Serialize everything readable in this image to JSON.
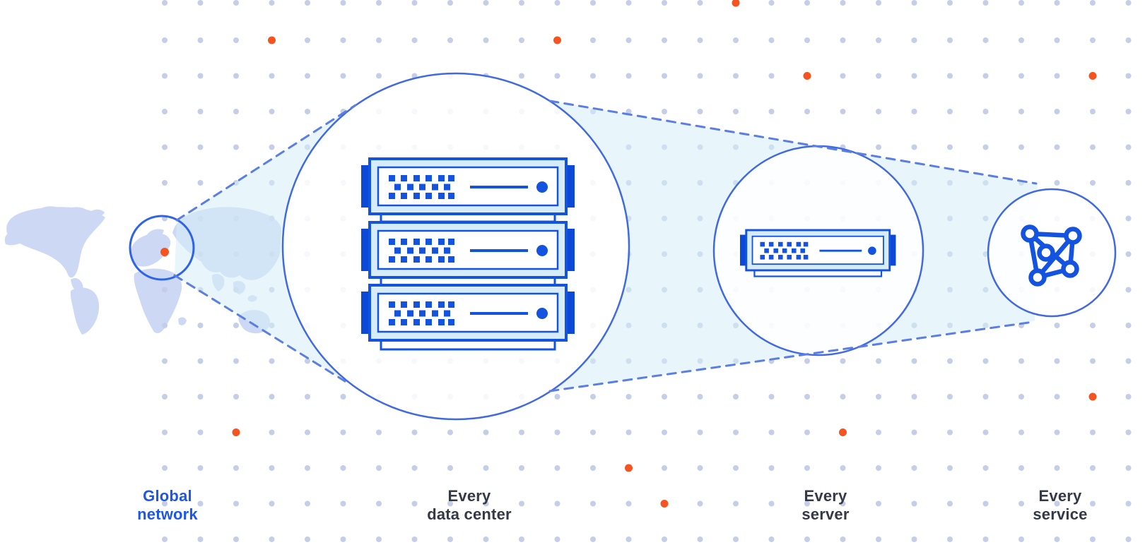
{
  "figure": {
    "stages": [
      {
        "id": "global-network",
        "label": "Global\nnetwork",
        "icon": "world-map-location-circle"
      },
      {
        "id": "every-data-center",
        "label": "Every\ndata center",
        "icon": "server-rack-icon"
      },
      {
        "id": "every-server",
        "label": "Every\nserver",
        "icon": "server-icon"
      },
      {
        "id": "every-service",
        "label": "Every\nservice",
        "icon": "network-mesh-icon"
      }
    ]
  },
  "colors": {
    "primary_blue": "#1353e0",
    "tab_blue": "#0c49d6",
    "circle_stroke": "#4169e0",
    "marker_circle_stroke": "#2f63e8",
    "dashed_line": "#5b7ee2",
    "beam_fill": "#d5eef7",
    "server_body_fill": "#d6ecf8",
    "map_fill": "#cdd9f4",
    "grid_dot": "#c5cee7",
    "accent_dot": "#f5531f",
    "label_dark": "#333945",
    "label_blue": "#1d56e8"
  },
  "background": {
    "accent_dot_cells": [
      [
        16,
        0
      ],
      [
        3,
        1
      ],
      [
        11,
        1
      ],
      [
        18,
        2
      ],
      [
        26,
        2
      ],
      [
        26,
        11
      ],
      [
        2,
        12
      ],
      [
        19,
        12
      ],
      [
        13,
        13
      ],
      [
        14,
        14
      ]
    ]
  }
}
